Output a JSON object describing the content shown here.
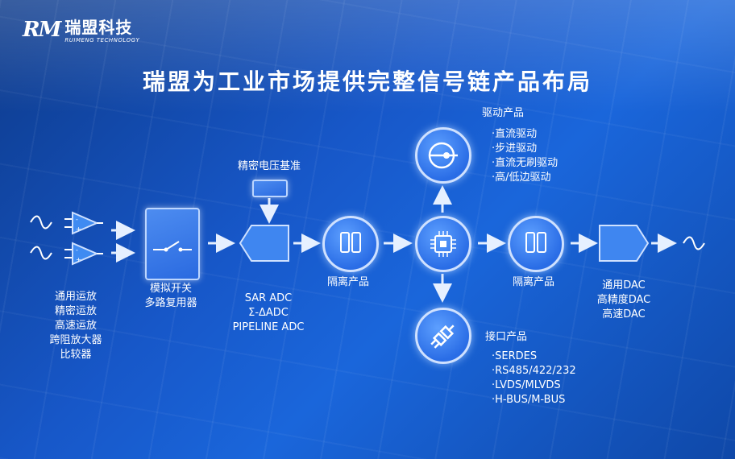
{
  "brand": {
    "mark": "RM",
    "name_cn": "瑞盟科技",
    "name_en": "RUIMENG TECHNOLOGY"
  },
  "title": "瑞盟为工业市场提供完整信号链产品布局",
  "amplifiers": {
    "lines": [
      "通用运放",
      "精密运放",
      "高速运放",
      "跨阻放大器",
      "比较器"
    ]
  },
  "switch": {
    "lines": [
      "模拟开关",
      "多路复用器"
    ]
  },
  "vref": {
    "label": "精密电压基准"
  },
  "adc": {
    "lines": [
      "SAR ADC",
      "Σ-ΔADC",
      "PIPELINE ADC"
    ]
  },
  "isolation_left": {
    "label": "隔离产品"
  },
  "isolation_right": {
    "label": "隔离产品"
  },
  "dac": {
    "lines": [
      "通用DAC",
      "高精度DAC",
      "高速DAC"
    ]
  },
  "drive": {
    "title": "驱动产品",
    "items": [
      "·直流驱动",
      "·步进驱动",
      "·直流无刷驱动",
      "·高/低边驱动"
    ]
  },
  "interface": {
    "title": "接口产品",
    "items": [
      "·SERDES",
      "·RS485/422/232",
      "·LVDS/MLVDS",
      "·H-BUS/M-BUS"
    ]
  }
}
